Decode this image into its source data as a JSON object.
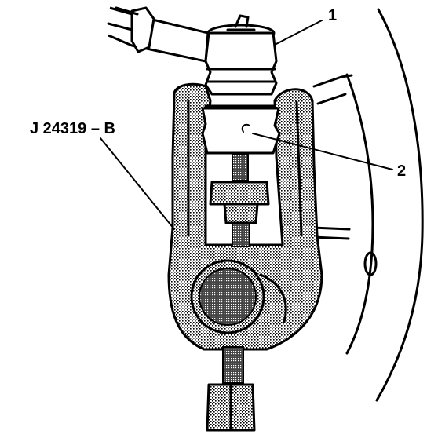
{
  "callouts": {
    "tool": "J 24319 – B",
    "item_1": "1",
    "item_2": "2"
  },
  "colors": {
    "ink": "#000000",
    "paper": "#ffffff"
  }
}
